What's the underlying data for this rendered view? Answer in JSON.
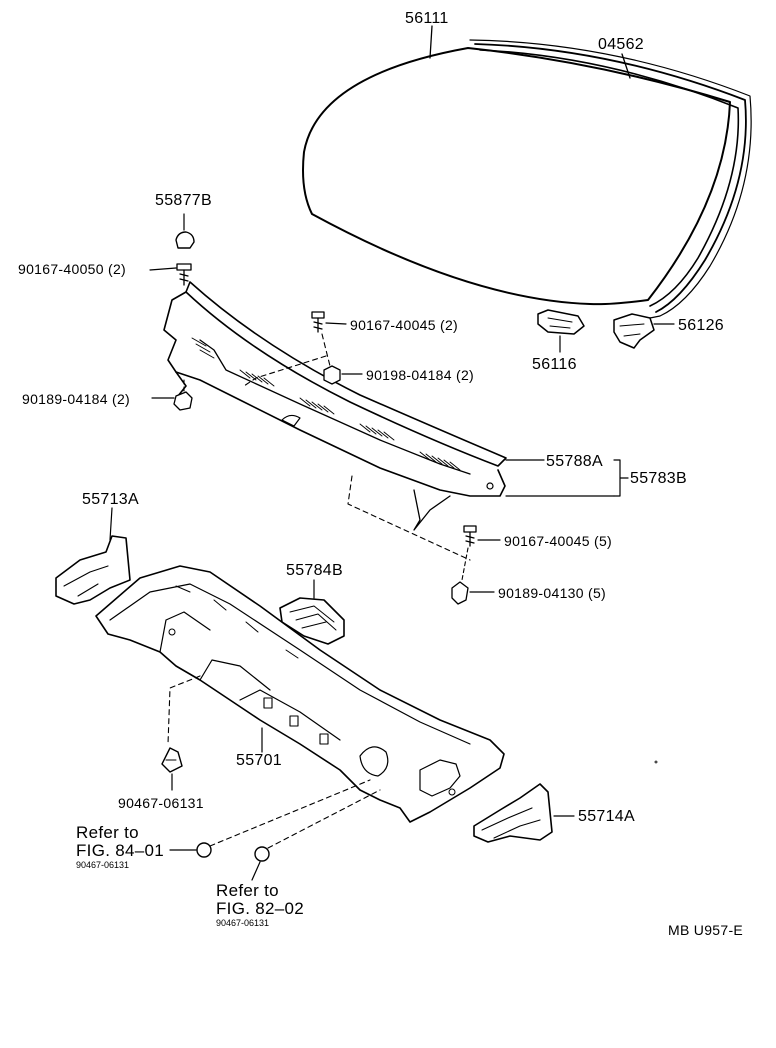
{
  "colors": {
    "ink": "#000000",
    "paper": "#ffffff"
  },
  "parts": {
    "windshield": "56111",
    "molding": "04562",
    "cap": "55877B",
    "screw_40050": "90167-40050 (2)",
    "screw_40045_a": "90167-40045 (2)",
    "nut_04184_r": "90198-04184 (2)",
    "nut_04184_l": "90189-04184 (2)",
    "bracket_56116": "56116",
    "bracket_56126": "56126",
    "louver_a": "55788A",
    "louver_b": "55783B",
    "screw_40045_b": "90167-40045 (5)",
    "nut_04130": "90189-04130 (5)",
    "panel_left": "55713A",
    "pad": "55784B",
    "cowl_panel": "55701",
    "clip": "90467-06131",
    "panel_right": "55714A"
  },
  "refs": [
    {
      "line1": "Refer to",
      "line2": "FIG. 84–01",
      "code": "90467-06131"
    },
    {
      "line1": "Refer to",
      "line2": "FIG. 82–02",
      "code": "90467-06131"
    }
  ],
  "drawing_id": "MB U957-E"
}
